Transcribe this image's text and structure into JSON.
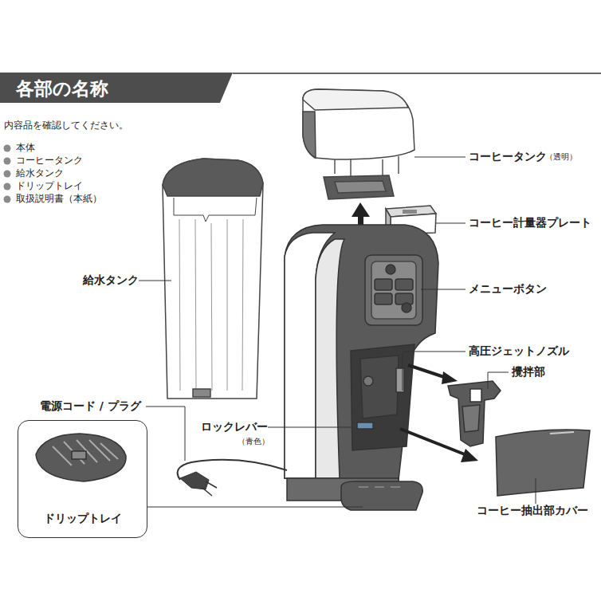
{
  "diagram": {
    "title": "各部の名称",
    "nodes": [
      {
        "text": [
          "ドリップトレイ"
        ]
      }
    ],
    "edges": [],
    "labels": [
      "内容品を確認してください。",
      "本体",
      "コーヒータンク",
      "給水タンク",
      "ドリップトレイ",
      "取扱説明書（本紙）",
      "コーヒータンク",
      "（透明）",
      "コーヒー計量器プレート",
      "メニューボタン",
      "高圧ジェットノズル",
      "攪拌部",
      "給水タンク",
      "電源コード / プラグ",
      "ロックレバー",
      "（青色）",
      "コーヒー抽出部カバー"
    ]
  }
}
